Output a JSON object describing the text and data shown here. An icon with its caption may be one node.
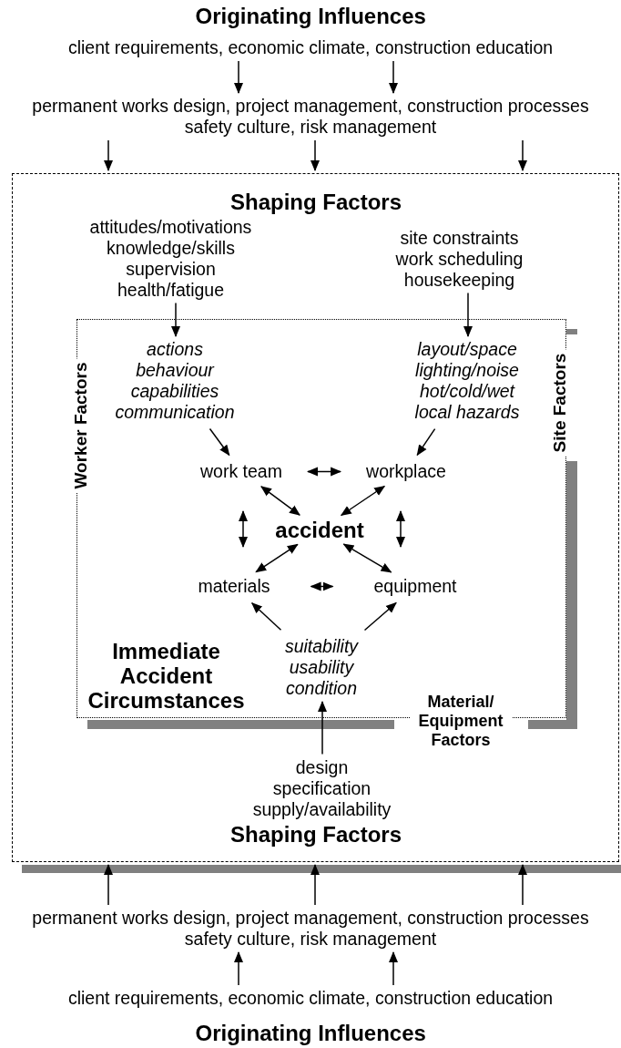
{
  "diagram": {
    "nodes": [
      {
        "text": [
          "client requirements, economic climate, construction education"
        ]
      },
      {
        "text": [
          "permanent works design, project management, construction processes safety culture, risk management"
        ]
      },
      {
        "text": [
          "Shaping Factors",
          "Shaping Factors"
        ]
      },
      {
        "text": [
          "attitudes/motivations knowledge/skills supervision health/fatigue"
        ],
        "in": 2
      },
      {
        "text": [
          "site constraints work scheduling housekeeping"
        ],
        "in": 2
      },
      {
        "text": [
          "Immediate Accident Circumstances"
        ],
        "in": 2
      },
      {
        "text": [
          "actions behaviour capabilities communication"
        ],
        "in": 5
      },
      {
        "text": [
          "layout/space lighting/noise hot/cold/wet local hazards"
        ],
        "in": 5
      },
      {
        "text": [
          "work team"
        ],
        "in": 5
      },
      {
        "text": [
          "workplace"
        ],
        "in": 5
      },
      {
        "text": [
          "accident"
        ],
        "in": 5
      },
      {
        "text": [
          "materials"
        ],
        "in": 5
      },
      {
        "text": [
          "equipment"
        ],
        "in": 5
      },
      {
        "text": [
          "suitability usability condition"
        ],
        "in": 5
      },
      {
        "text": [
          "design specification supply/availability"
        ],
        "in": 2
      },
      {
        "text": [
          "permanent works design, project management, construction processes safety culture, risk management"
        ]
      },
      {
        "text": [
          "client requirements, economic climate, construction education"
        ]
      }
    ],
    "edges": [
      {
        "from": 0,
        "to": 1,
        "arrow": "to"
      },
      {
        "from": 0,
        "to": 1,
        "arrow": "to"
      },
      {
        "from": 1,
        "to": 2,
        "arrow": "to"
      },
      {
        "from": 1,
        "to": 2,
        "arrow": "to"
      },
      {
        "from": 1,
        "to": 2,
        "arrow": "to"
      },
      {
        "from": 3,
        "to": 6,
        "arrow": "to"
      },
      {
        "from": 4,
        "to": 7,
        "arrow": "to"
      },
      {
        "from": 6,
        "to": 8,
        "arrow": "to"
      },
      {
        "from": 7,
        "to": 9,
        "arrow": "to"
      },
      {
        "from": 8,
        "to": 9,
        "arrow": "both"
      },
      {
        "from": 8,
        "to": 10,
        "arrow": "both"
      },
      {
        "from": 9,
        "to": 10,
        "arrow": "both"
      },
      {
        "from": 8,
        "to": 11,
        "arrow": "both"
      },
      {
        "from": 9,
        "to": 12,
        "arrow": "both"
      },
      {
        "from": 11,
        "to": 10,
        "arrow": "both"
      },
      {
        "from": 12,
        "to": 10,
        "arrow": "both"
      },
      {
        "from": 11,
        "to": 12,
        "arrow": "both"
      },
      {
        "from": 13,
        "to": 11,
        "arrow": "to"
      },
      {
        "from": 13,
        "to": 12,
        "arrow": "to"
      },
      {
        "from": 14,
        "to": 13,
        "arrow": "to"
      },
      {
        "from": 15,
        "to": 2,
        "arrow": "to"
      },
      {
        "from": 15,
        "to": 2,
        "arrow": "to"
      },
      {
        "from": 15,
        "to": 2,
        "arrow": "to"
      },
      {
        "from": 16,
        "to": 15,
        "arrow": "to"
      },
      {
        "from": 16,
        "to": 15,
        "arrow": "to"
      }
    ],
    "labels": [
      "Originating Influences",
      "Worker Factors",
      "Site Factors",
      "Material/ Equipment Factors",
      "Originating Influences"
    ]
  }
}
